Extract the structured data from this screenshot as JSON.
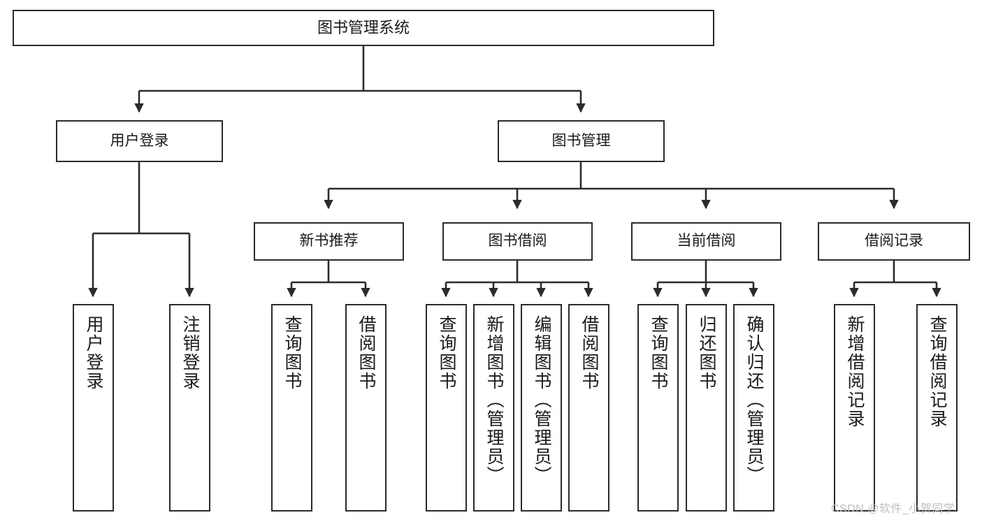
{
  "diagram": {
    "title": "图书管理系统",
    "type": "functional-structure-tree",
    "colors": {
      "node_border": "#2b2b2b",
      "node_fill": "#ffffff",
      "edge": "#2b2b2b",
      "text": "#1a1a1a",
      "watermark": "#bfbfbf"
    },
    "root": {
      "label": "图书管理系统"
    },
    "level1": [
      {
        "label": "用户登录"
      },
      {
        "label": "图书管理"
      }
    ],
    "level2": [
      {
        "label": "新书推荐"
      },
      {
        "label": "图书借阅"
      },
      {
        "label": "当前借阅"
      },
      {
        "label": "借阅记录"
      }
    ],
    "leaves": {
      "user_login": [
        {
          "label": "用户登录"
        },
        {
          "label": "注销登录"
        }
      ],
      "new_book_recommend": [
        {
          "label": "查询图书"
        },
        {
          "label": "借阅图书"
        }
      ],
      "book_borrow": [
        {
          "label": "查询图书"
        },
        {
          "label": "新增图书（管理员）"
        },
        {
          "label": "编辑图书（管理员）"
        },
        {
          "label": "借阅图书"
        }
      ],
      "current_borrow": [
        {
          "label": "查询图书"
        },
        {
          "label": "归还图书"
        },
        {
          "label": "确认归还（管理员）"
        }
      ],
      "borrow_records": [
        {
          "label": "新增借阅记录"
        },
        {
          "label": "查询借阅记录"
        }
      ]
    }
  },
  "watermark": {
    "text": "CSDN @软件_小贺同学"
  }
}
